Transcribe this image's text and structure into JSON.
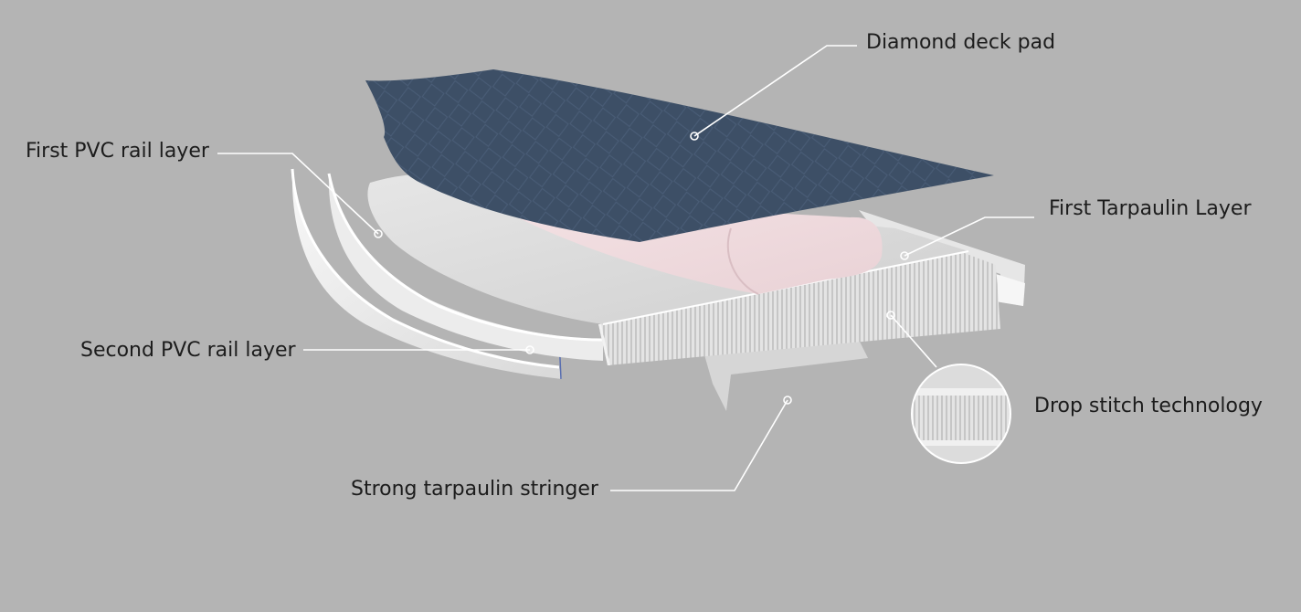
{
  "labels": {
    "diamond_deck_pad": "Diamond deck pad",
    "first_pvc_rail_layer": "First PVC rail layer",
    "first_tarpaulin_layer": "First Tarpaulin Layer",
    "second_pvc_rail_layer": "Second PVC rail layer",
    "drop_stitch_technology": "Drop stitch technology",
    "strong_tarpaulin_stringer": "Strong tarpaulin stringer"
  },
  "colors": {
    "background": "#b4b4b4",
    "deck_pad": "#3d4f66",
    "tarpaulin": "#f2dfe2",
    "core": "#dcdcdc",
    "rail": "#efefef",
    "leader_line": "#ffffff"
  }
}
